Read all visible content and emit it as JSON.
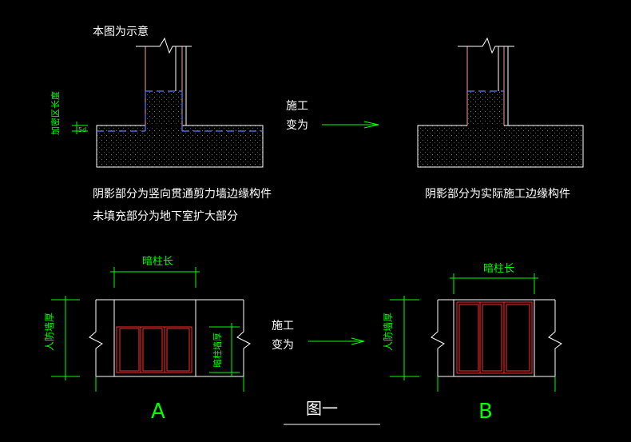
{
  "note": "本图为示意",
  "top_left": {
    "dim_label": "加密区长度",
    "dim_value": "5d",
    "caption_line1": "阴影部分为竖向贯通剪力墙边缘构件",
    "caption_line2": "未填充部分为地下室扩大部分"
  },
  "top_arrow": {
    "line1": "施工",
    "line2": "变为"
  },
  "top_right": {
    "caption": "阴影部分为实际施工边缘构件"
  },
  "plan_a": {
    "top_dim_label": "暗柱长",
    "side_dim_label": "人防墙厚",
    "inner_dim_label": "暗柱墙厚",
    "letter": "A"
  },
  "bottom_arrow": {
    "line1": "施工",
    "line2": "变为"
  },
  "plan_b": {
    "top_dim_label": "暗柱长",
    "side_dim_label": "人防墙厚",
    "letter": "B"
  },
  "figure_label": "图一",
  "colors": {
    "background": "#000000",
    "outline": "#ffffff",
    "dimension": "#00ff00",
    "rebar": "#ff2a2a",
    "wall_edge": "#ff9a9a",
    "dashed": "#5b7bff"
  }
}
